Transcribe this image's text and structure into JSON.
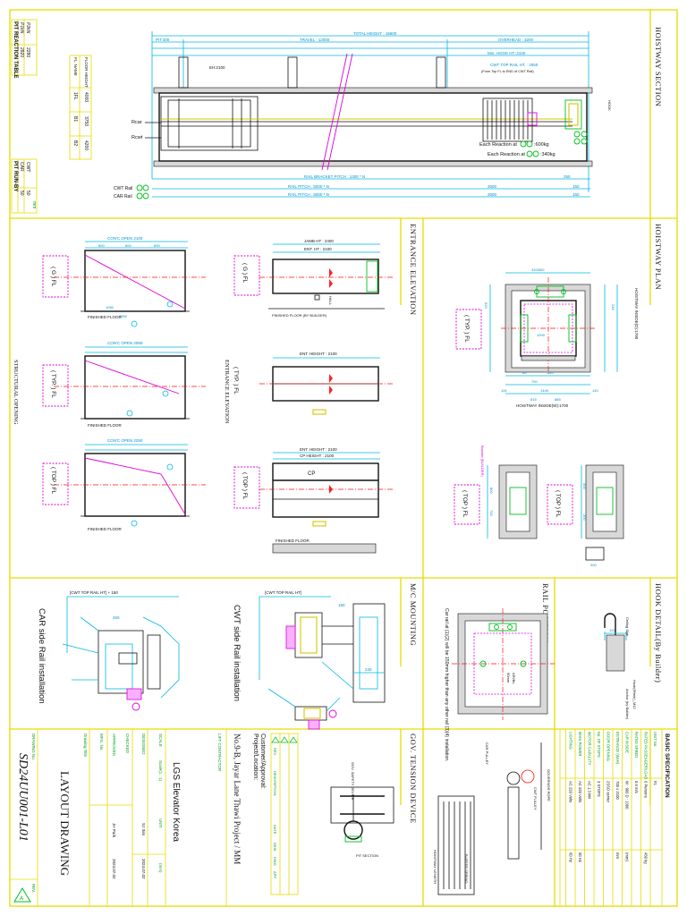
{
  "sheet": {
    "border_color": "#e6dc00",
    "dimension_color": "#00b7e8",
    "line_color": "#111111"
  },
  "pit_reaction": {
    "title": "PIT REACTION TABLE",
    "rows": [
      {
        "label": "P1kN",
        "value": "2820"
      },
      {
        "label": "P2kN",
        "value": "2280"
      }
    ]
  },
  "floor_table": {
    "headers": [
      "FL. NAME",
      "FLOOR HEIGHT"
    ],
    "rows": [
      {
        "name": "1FL",
        "height": "4000"
      },
      {
        "name": "B1",
        "height": "3750"
      },
      {
        "name": "B2",
        "height": "4200"
      }
    ]
  },
  "pit_run_by": {
    "title": "PIT RUN-BY",
    "headers": [
      "CAR",
      "CWT"
    ],
    "values": [
      "50",
      "50"
    ],
    "unit": "mm"
  },
  "section_titles": {
    "hoistway_section": "HOISTWAY SECTION",
    "hoistway_plan": "HOISTWAY PLAN",
    "entrance_elevation": "ENTRANCE ELEVATION",
    "structural_opening": "STRUCTURAL OPENING",
    "rail_position": "RAIL POSITION",
    "hook_detail": "HOOK DETAIL(By Builder)",
    "mc_mounting": "M/C MOUNTING",
    "gov_tension": "GOV. TENSION DEVICE",
    "basic_spec": "BASIC SPECIFICATION"
  },
  "hoistway_section": {
    "total_height": "TOTAL HEIGHT : 15600",
    "pit": "PIT:400",
    "travel": "TRAVEL : 12000",
    "overhead": "OVERHEAD : 3200",
    "min_hook": "Min. HOOK HT.:2100",
    "cwt_top_rail": "CWT TOP RAIL HT. : 2550",
    "cwt_top_rail_note": "(From Top FL to END of CWT Rail)",
    "hook_label": "HOOK",
    "eh": "EH:2100",
    "rcar": "Rcar",
    "rcwt": "Rcwt",
    "reaction1": "Each Reaction at",
    "reaction1_value": ":600kg",
    "reaction2": "Each Reaction at",
    "reaction2_value": ":340kg",
    "rail_bracket": "RAIL BRACKET PITCH : 1300 * N",
    "rail_pitch1": "RAIL PITCH : 5000 * N",
    "rail_pitch2": "RAIL PITCH : 5000 * N",
    "cwt_rail": "CWT Rail",
    "car_rail": "CAR Rail",
    "dims": [
      "250",
      "2500",
      "150",
      "150",
      "2500"
    ]
  },
  "entrance_elevation": {
    "fl_labels": [
      "( G ) FL",
      "( TYP. ) FL",
      "( TOP ) FL"
    ],
    "clear_openings": [
      "CON'C OPEN 2100",
      "CON'C OPEN 2050",
      "CON'C OPEN 2250"
    ],
    "finished_floor": "FINISHED FLOOR",
    "jamb_ht": "JAMB HT : 2400",
    "ent_ht": "ENT. HT : 2100",
    "ent_height": "ENT. HEIGHT : 2100",
    "cp_height": "CP HEIGHT : 2100",
    "cp": "CP",
    "finished_floor_builder": "FINISHED FLOOR (BY BUILDER)",
    "hall_label": "HALL",
    "dims": [
      "600",
      "600",
      "600",
      "1050",
      "1900",
      "300",
      "900"
    ]
  },
  "hoistway_plan": {
    "fl_label": "( TYP. ) FL",
    "hoistway_width": "HOISTWAY INSIDE(W):1700",
    "hoistway_depth": "HOISTWAY INSIDE(D):1700",
    "dims": [
      "320/600",
      "1200",
      "700",
      "1445",
      "115",
      "815",
      "885",
      "140",
      "245",
      "520",
      "80",
      "240"
    ]
  },
  "rail_detail": {
    "fl_labels": [
      "( TOP ) FL",
      "( TOP ) FL"
    ],
    "dims": [
      "300",
      "800",
      "700",
      "200",
      "300",
      "180"
    ],
    "note": "Bracket (BUILDER)"
  },
  "mc_mounting": {
    "car_side": "CAR side Rail installation",
    "cwt_side": "CWT side Rail installation",
    "car_top": "[CWT TOP RAIL HT] + 150",
    "cwt_top": "[CWT TOP RAIL HT]",
    "dims": [
      "450",
      "700",
      "240",
      "150"
    ]
  },
  "rail_position": {
    "note": "Car rail at (1)(2) will be 150mm higher than any other rail (3)(4) installation.",
    "labels": [
      "50mm",
      "AR2BL"
    ]
  },
  "hook_detail": {
    "ceiling": "Ceiling Slab",
    "hook": "Hook(Ф/min)_M12",
    "anchor": "Anchor (by Builder)",
    "dim": "100"
  },
  "gov_tension": {
    "labels": [
      "CAR PULLEY",
      "GOV. SAFETY DEVICE",
      "PIT SECTION",
      "HOISTWAY LENGTH",
      "CWT PULLEY",
      "GOVERNOR ROPE",
      "BUFFER SPRING"
    ]
  },
  "revision_table": {
    "headers": [
      "REV.",
      "DESCRIPTION",
      "DATE",
      "DESI.",
      "DWG",
      "APP"
    ]
  },
  "basic_spec": {
    "rows": [
      {
        "label": "UNIT No.",
        "value": "#1",
        "unit": ""
      },
      {
        "label": "RATED PASSENGER/LOAD",
        "value": "6 Persons",
        "unit": "450 kg"
      },
      {
        "label": "RATED SPEED",
        "value": "0.6 m/s",
        "unit": ""
      },
      {
        "label": "CAR INSIDE",
        "value": "W : 900 D : 1300",
        "unit": "(mm)"
      },
      {
        "label": "ENTRANCE (WxH)",
        "value": "700 x 2100",
        "unit": "mm"
      },
      {
        "label": "DOOR OPENING",
        "value": "2SSO center",
        "unit": ""
      },
      {
        "label": "No. OF STOPS",
        "value": "3 STOPS",
        "unit": ""
      },
      {
        "label": "MOTOR CAPACITY",
        "value": "AC 1.3 kW",
        "unit": ""
      },
      {
        "label": "MAIN POWER",
        "value": "AC 220 Volts",
        "unit": "60 Hz"
      },
      {
        "label": "LIGHTING",
        "value": "AC 220 Volts",
        "unit": "60 Hz"
      }
    ]
  },
  "title_block": {
    "project_label": "Project/Location:",
    "project_value": "No.9-B, Jayar Lane Thawi Project / MM",
    "customer_label": "Customer/Approval:",
    "lift_contractor": "LIFT CONTRACTOR",
    "company": "LGS Elevator Korea",
    "scale_label": "SCALE",
    "scale_value": "Scale(1 : 1)",
    "unit_label": "UNIT",
    "unit_value": "(mm)",
    "designed_label": "DESIGNED",
    "designed_value": "SJ Sim",
    "designed_date": "2024.07.02",
    "checked_label": "CHECKED",
    "approved_label": "APPROVED",
    "approved_value": "JH Park",
    "approved_date": "2024.07.02",
    "mfg_label": "MFG. No.",
    "drawing_title_label": "Drawing Title",
    "drawing_title": "LAYOUT DRAWING",
    "drawing_no_label": "DRAWING No.",
    "drawing_no": "SD24UU001-L01",
    "rev_label": "REV.",
    "rev_value": "A"
  }
}
